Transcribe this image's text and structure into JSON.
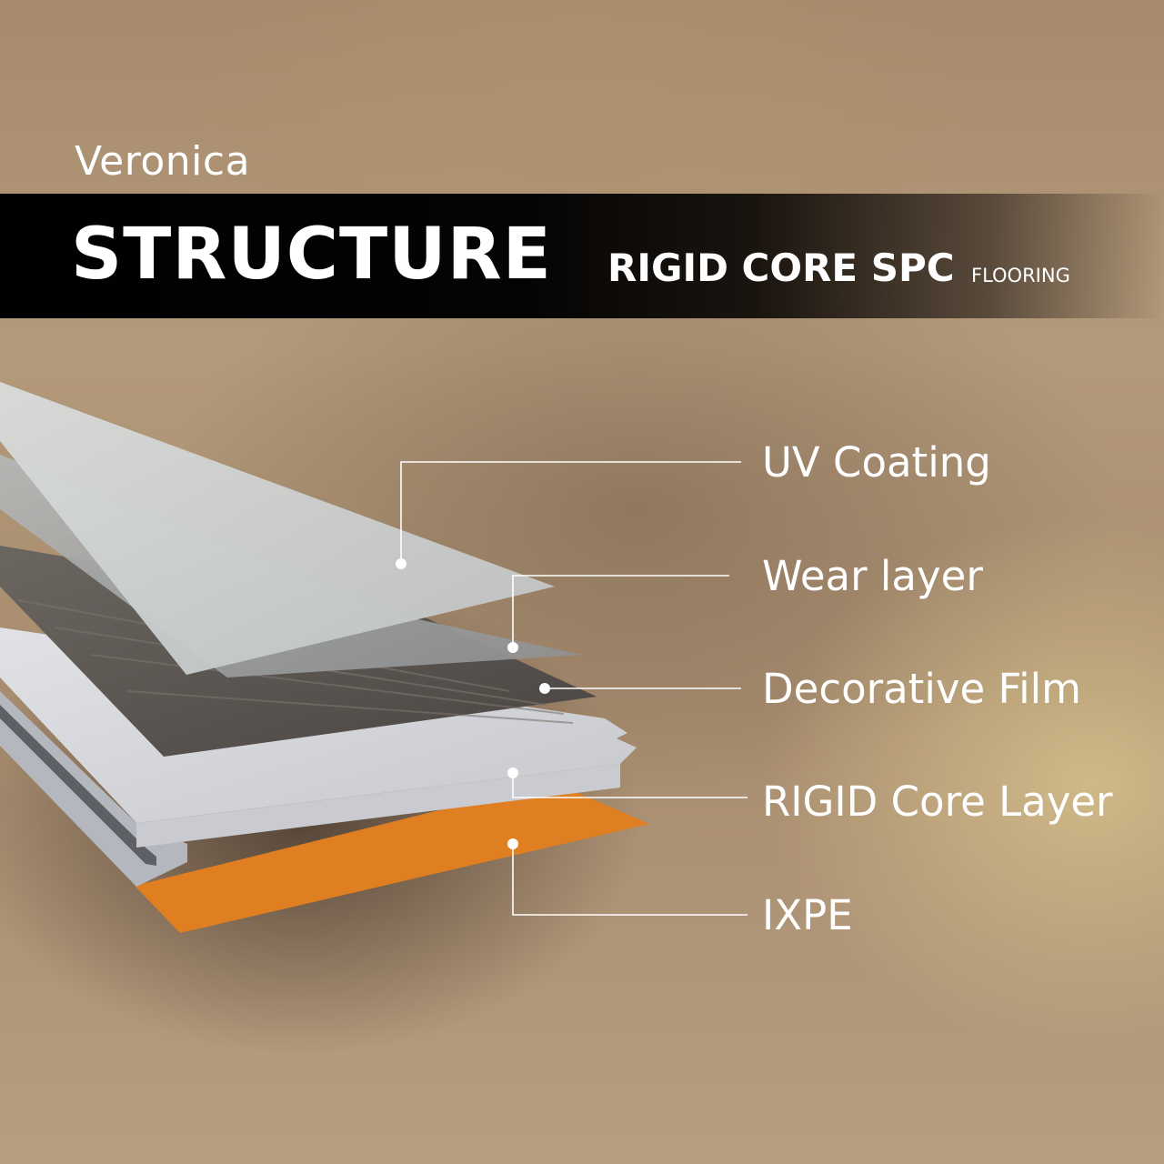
{
  "header": {
    "brand": "Veronica",
    "title": "STRUCTURE",
    "subtitle": "RIGID CORE SPC",
    "subtitle_small": "FLOORING"
  },
  "layers": [
    {
      "label": "UV Coating",
      "color": "#cfd3d2"
    },
    {
      "label": "Wear layer",
      "color": "#a9abab"
    },
    {
      "label": "Decorative Film",
      "color": "#5a5550"
    },
    {
      "label": "RIGID Core Layer",
      "color": "#d3d5da"
    },
    {
      "label": "IXPE",
      "color": "#e07f22"
    }
  ],
  "colors": {
    "background": "#a88a6a",
    "banner": "#000000",
    "leader_lines": "#ffffff"
  }
}
